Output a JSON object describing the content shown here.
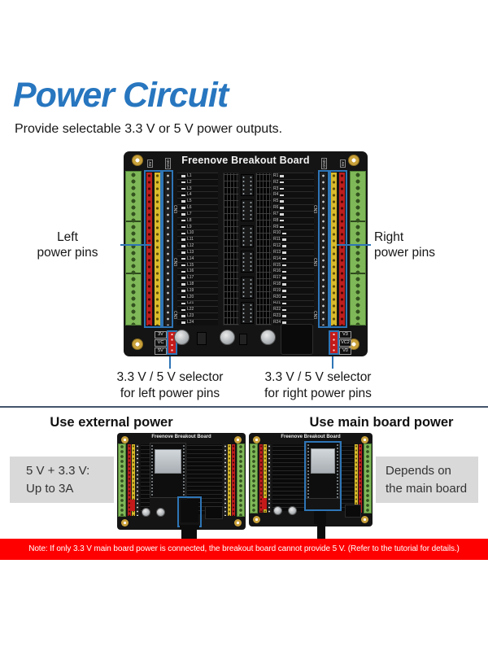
{
  "page": {
    "title": "Power Circuit",
    "subtitle": "Provide selectable 3.3 V or 5 V power outputs.",
    "note": "Note: If only 3.3 V main board power is connected, the breakout board cannot provide 5 V. (Refer to the tutorial for details.)"
  },
  "colors": {
    "title_blue": "#2776BF",
    "callout_blue": "#2E75B6",
    "divider": "#44546A",
    "note_red": "#FF0000",
    "label_gray": "#D9D9D9",
    "pcb_black": "#141414",
    "terminal_green": "#7FB858"
  },
  "main_board": {
    "title": "Freenove Breakout Board",
    "left_rows": [
      "L1",
      "L2",
      "L3",
      "L4",
      "L5",
      "L6",
      "L7",
      "L8",
      "L9",
      "L10",
      "L11",
      "L12",
      "L13",
      "L14",
      "L15",
      "L16",
      "L17",
      "L18",
      "L19",
      "L20",
      "L21",
      "L22",
      "L23",
      "L24"
    ],
    "right_rows": [
      "R1",
      "R2",
      "R3",
      "R4",
      "R5",
      "R6",
      "R7",
      "R8",
      "R9",
      "R10",
      "R11",
      "R12",
      "R13",
      "R14",
      "R15",
      "R16",
      "R17",
      "R18",
      "R19",
      "R20",
      "R21",
      "R22",
      "R23",
      "R24"
    ],
    "left_col_labels": [
      "5V",
      "GND"
    ],
    "right_col_labels": [
      "GND",
      "5V"
    ],
    "cn_labels_left": [
      "CN3",
      "CN3",
      "CN3"
    ],
    "cn_labels_right": [
      "CN3",
      "CN3",
      "CN3"
    ],
    "left_jumper_silk": [
      "3V",
      "VC",
      "5V"
    ],
    "right_jumper_silk": [
      "V3",
      "VC2",
      "V0"
    ]
  },
  "annotations": {
    "left_pins": [
      "Left",
      "power pins"
    ],
    "right_pins": [
      "Right",
      "power pins"
    ],
    "left_selector": [
      "3.3 V / 5 V selector",
      "for left power pins"
    ],
    "right_selector": [
      "3.3 V / 5 V selector",
      "for right power pins"
    ]
  },
  "sections": {
    "external": {
      "heading": "Use external power",
      "callout": [
        "5 V + 3.3 V:",
        "Up to 3A"
      ]
    },
    "mainboard": {
      "heading": "Use main board power",
      "callout": [
        "Depends on",
        "the main board"
      ]
    }
  }
}
